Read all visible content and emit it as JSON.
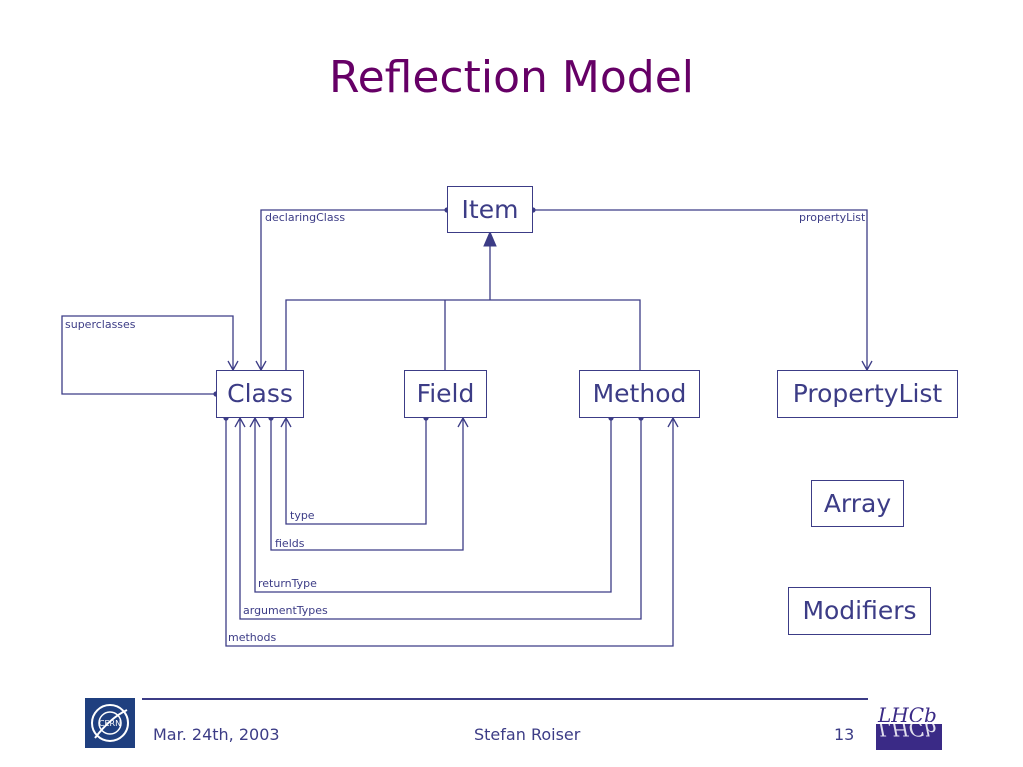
{
  "title": "Reflection Model",
  "boxes": {
    "item": "Item",
    "class": "Class",
    "field": "Field",
    "method": "Method",
    "property_list": "PropertyList",
    "array": "Array",
    "modifiers": "Modifiers"
  },
  "edge_labels": {
    "declaring_class": "declaringClass",
    "property_list": "propertyList",
    "superclasses": "superclasses",
    "type": "type",
    "fields": "fields",
    "return_type": "returnType",
    "argument_types": "argumentTypes",
    "methods": "methods"
  },
  "footer": {
    "date": "Mar. 24th, 2003",
    "author": "Stefan Roiser",
    "page_number": "13"
  },
  "logos": {
    "cern": "CERN",
    "lhcb": "LHCb"
  },
  "colors": {
    "title": "#660066",
    "diagram": "#3c3c86"
  }
}
